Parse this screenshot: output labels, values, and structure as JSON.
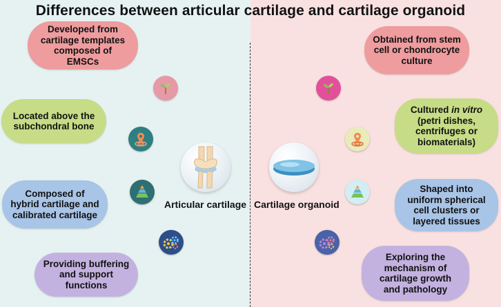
{
  "title": "Differences between articular cartilage and cartilage organoid",
  "left": {
    "label": "Articular cartilage",
    "items": [
      {
        "text": "Developed from cartilage templates composed of EMSCs",
        "icon": "sprout-icon"
      },
      {
        "text": "Located above the subchondral bone",
        "icon": "location-pin-icon"
      },
      {
        "text": "Composed of hybrid cartilage and calibrated cartilage",
        "icon": "pyramid-icon"
      },
      {
        "text": "Providing buffering and support functions",
        "icon": "gears-icon"
      }
    ]
  },
  "right": {
    "label": "Cartilage organoid",
    "items": [
      {
        "text": "Obtained from stem cell or chondrocyte culture",
        "icon": "sprout-icon"
      },
      {
        "text_pre": "Cultured ",
        "text_em": "in vitro",
        "text_post": " (petri dishes, centrifuges or biomaterials)",
        "icon": "location-pin-icon"
      },
      {
        "text": "Shaped into uniform spherical cell clusters or layered tissues",
        "icon": "pyramid-icon"
      },
      {
        "text": "Exploring the mechanism of cartilage growth and pathology",
        "icon": "gears-icon"
      }
    ]
  },
  "colors": {
    "left_bg": "#e6f2f2",
    "right_bg": "#f9e1e1",
    "pill_pink": "#ee9c9e",
    "pill_green": "#c7dc86",
    "pill_blue": "#a8c4e6",
    "pill_purple": "#c3b2e0"
  }
}
